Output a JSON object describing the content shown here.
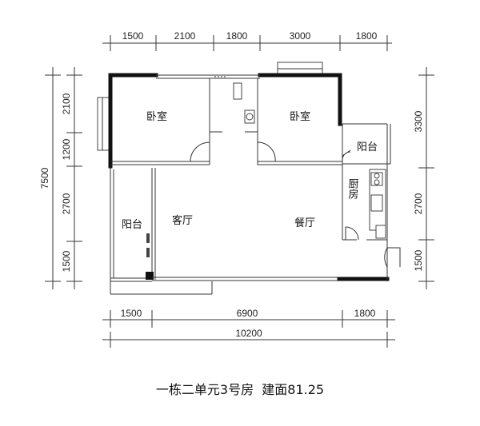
{
  "dims": {
    "top": [
      "1500",
      "2100",
      "1800",
      "3000",
      "1800"
    ],
    "bottom_parts": [
      "1500",
      "6900",
      "1800"
    ],
    "bottom_total": "10200",
    "left_parts": [
      "2100",
      "1200",
      "2700",
      "1500"
    ],
    "left_total": "7500",
    "right_parts": [
      "3300",
      "2700",
      "1500"
    ]
  },
  "rooms": {
    "bedroom_left": "卧室",
    "bedroom_right": "卧室",
    "balcony_right": "阳台",
    "kitchen": "厨房",
    "balcony_left": "阳台",
    "living_room": "客厅",
    "dining_room": "餐厅"
  },
  "caption": "一栋二单元3号房  建面81.25"
}
